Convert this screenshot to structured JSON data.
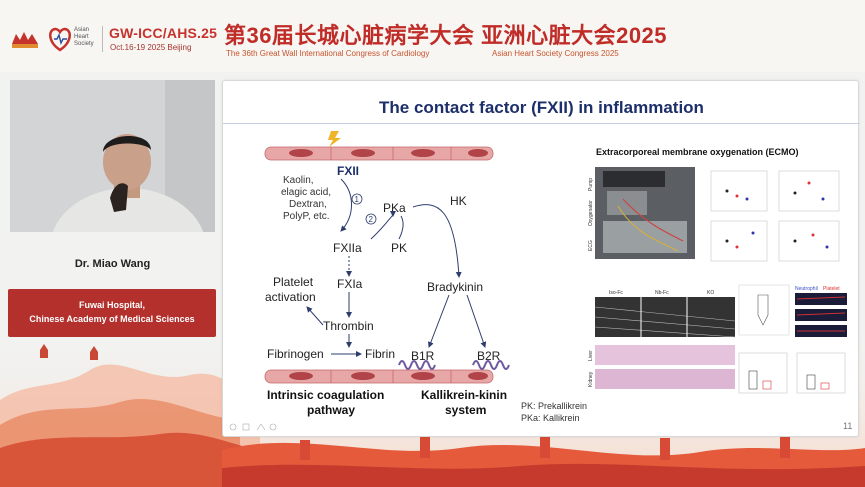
{
  "header": {
    "ahs_text": "Asian Heart Society",
    "conf_code": "GW-ICC/AHS.25",
    "conf_dates": "Oct.16-19 2025 Beijing",
    "conf_title_cn": "第36届长城心脏病学大会 亚洲心脏大会2025",
    "conf_title_en_1": "The 36th Great Wall International Congress of Cardiology",
    "conf_title_en_2": "Asian Heart Society Congress 2025"
  },
  "speaker": {
    "name": "Dr. Miao Wang",
    "affiliation_line1": "Fuwai Hospital,",
    "affiliation_line2": "Chinese Academy of Medical Sciences"
  },
  "slide": {
    "title": "The contact factor (FXII) in inflammation",
    "number": "11",
    "figure_title": "Extracorporeal membrane oxygenation (ECMO)",
    "pathway": {
      "fxii": "FXII",
      "activators": [
        "Kaolin,",
        "elagic acid,",
        "Dextran,",
        "PolyP, etc."
      ],
      "step1": "1",
      "step2": "2",
      "pka": "PKa",
      "hk": "HK",
      "fxiia": "FXIIa",
      "pk": "PK",
      "fxia": "FXIa",
      "bradykinin": "Bradykinin",
      "platelet_line1": "Platelet",
      "platelet_line2": "activation",
      "thrombin": "Thrombin",
      "fibrinogen": "Fibrinogen",
      "fibrin": "Fibrin",
      "b1r": "B1R",
      "b2r": "B2R",
      "intrinsic_line1": "Intrinsic coagulation",
      "intrinsic_line2": "pathway",
      "kk_line1": "Kallikrein-kinin",
      "kk_line2": "system",
      "legend_pk": "PK: Prekallikrein",
      "legend_pka": "PKa: Kallikrein"
    },
    "figure_labels": {
      "row_pump": "Pump",
      "row_oxygenator": "Oxygenator",
      "row_ecg": "ECG",
      "col_isofc": "Iso-Fc",
      "col_nbfc": "Nb-Fc",
      "col_ko": "KO",
      "neutrophil": "Neutrophil",
      "platelet": "Platelet",
      "row_liver": "Liver",
      "row_kidney": "Kidney"
    }
  },
  "colors": {
    "brand_red": "#c02c27",
    "title_blue": "#1d2f6b",
    "cell_pink": "#d6797a",
    "receptor_purple": "#6f58a0"
  }
}
